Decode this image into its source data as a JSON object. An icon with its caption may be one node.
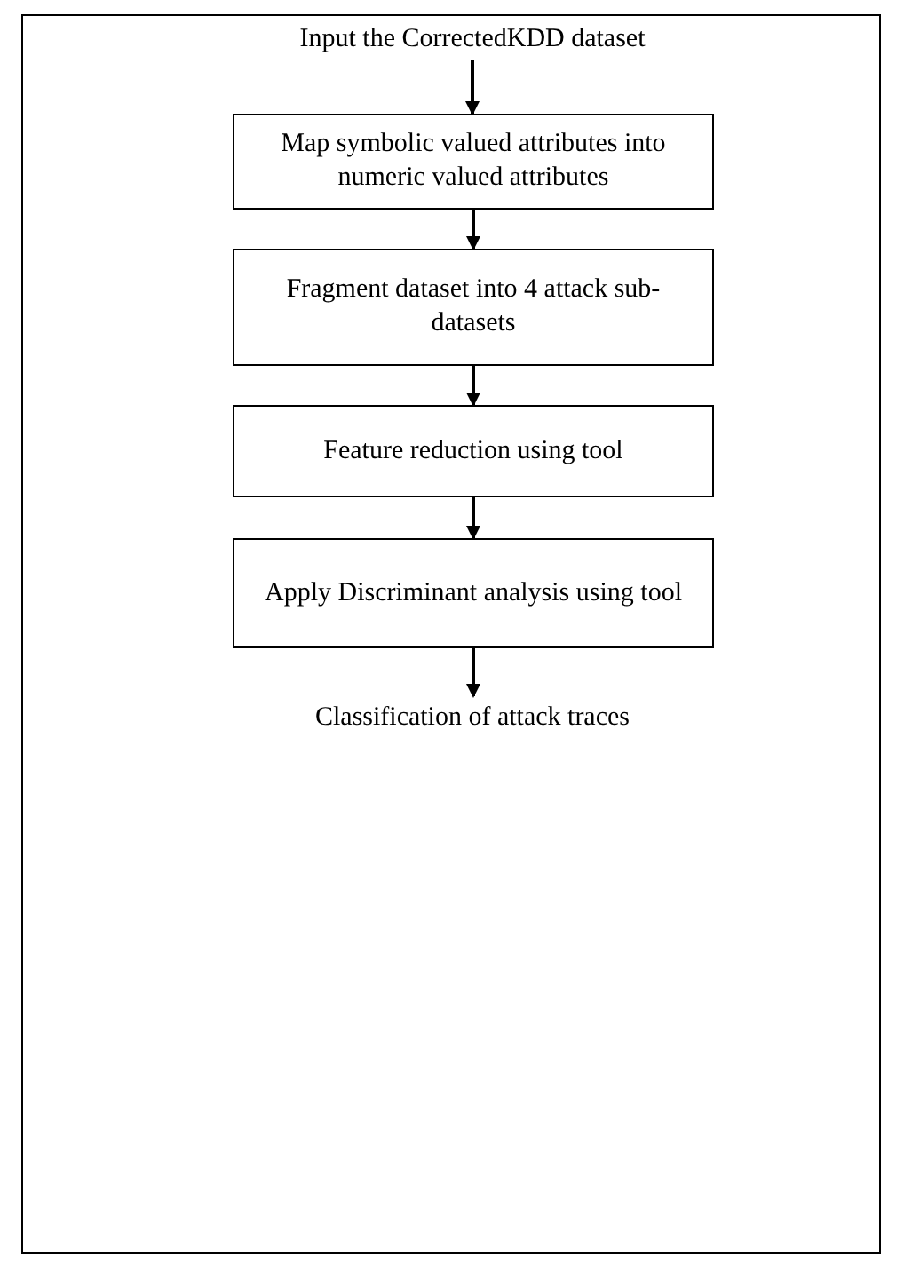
{
  "diagram": {
    "nodes": [
      {
        "text": [
          "Input the CorrectedKDD dataset"
        ]
      },
      {
        "text": [
          "Map symbolic valued attributes into numeric valued attributes"
        ]
      },
      {
        "text": [
          "Fragment dataset into 4 attack sub-datasets"
        ]
      },
      {
        "text": [
          "Feature reduction using tool"
        ]
      },
      {
        "text": [
          "Apply Discriminant analysis using tool"
        ]
      },
      {
        "text": [
          "Classification of attack traces"
        ]
      }
    ],
    "edges": [
      {
        "from": 0,
        "to": 1,
        "arrow": "to"
      },
      {
        "from": 1,
        "to": 2,
        "arrow": "to"
      },
      {
        "from": 2,
        "to": 3,
        "arrow": "to"
      },
      {
        "from": 3,
        "to": 4,
        "arrow": "to"
      },
      {
        "from": 4,
        "to": 5,
        "arrow": "to"
      }
    ]
  }
}
